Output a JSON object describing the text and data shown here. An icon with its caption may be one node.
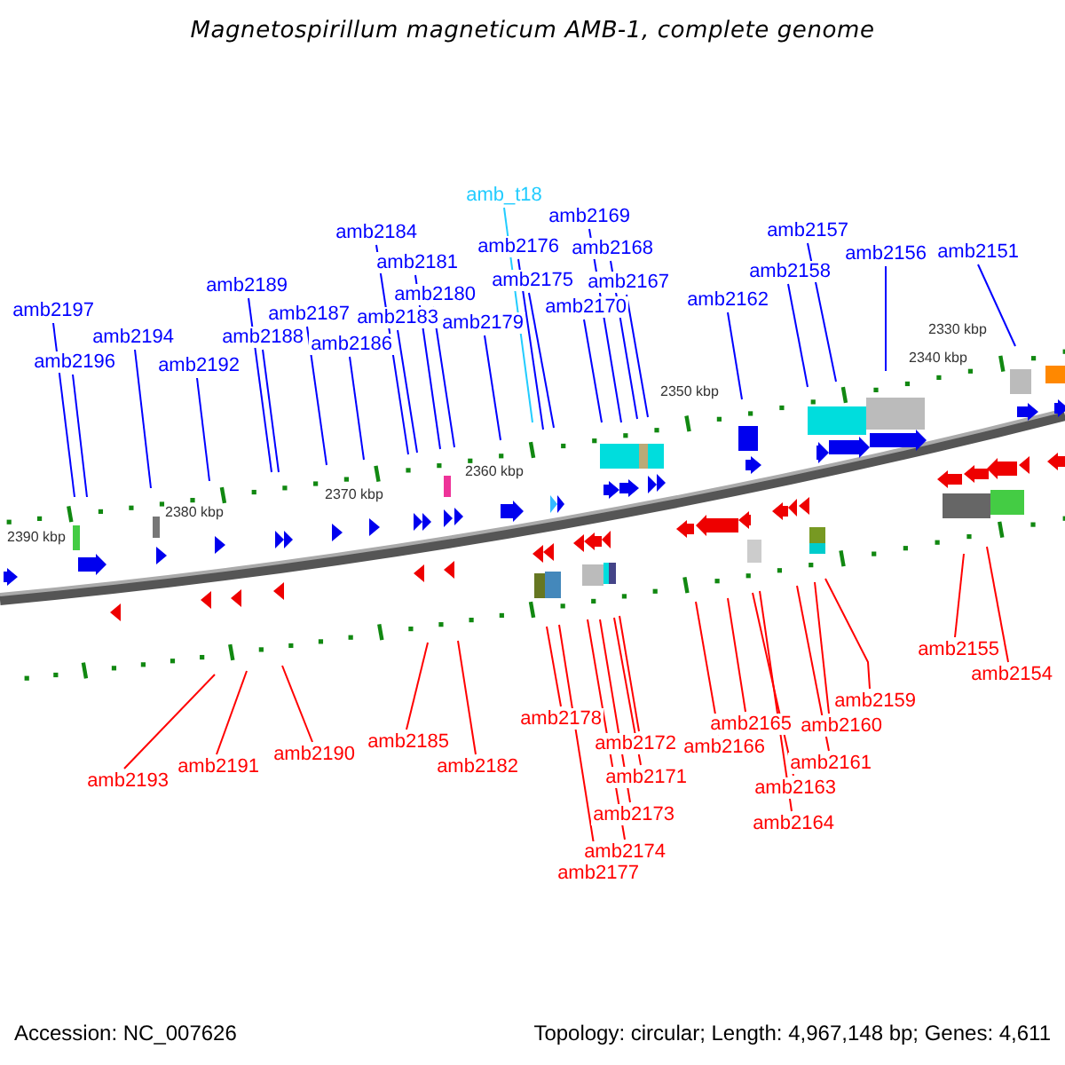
{
  "diagram": {
    "title": "Magnetospirillum magneticum AMB-1, complete genome",
    "nodes": [
      {
        "text": [
          "amb2197"
        ]
      },
      {
        "text": [
          "amb2196"
        ]
      },
      {
        "text": [
          "amb2194"
        ]
      },
      {
        "text": [
          "amb2192"
        ]
      },
      {
        "text": [
          "amb2189"
        ]
      },
      {
        "text": [
          "amb2188"
        ]
      },
      {
        "text": [
          "amb2187"
        ]
      },
      {
        "text": [
          "amb2186"
        ]
      },
      {
        "text": [
          "amb2184"
        ]
      },
      {
        "text": [
          "amb2183"
        ]
      },
      {
        "text": [
          "amb2181"
        ]
      },
      {
        "text": [
          "amb2180"
        ]
      },
      {
        "text": [
          "amb2179"
        ]
      },
      {
        "text": [
          "amb_t18"
        ]
      },
      {
        "text": [
          "amb2176"
        ]
      },
      {
        "text": [
          "amb2175"
        ]
      },
      {
        "text": [
          "amb2170"
        ]
      },
      {
        "text": [
          "amb2169"
        ]
      },
      {
        "text": [
          "amb2168"
        ]
      },
      {
        "text": [
          "amb2167"
        ]
      },
      {
        "text": [
          "amb2162"
        ]
      },
      {
        "text": [
          "amb2158"
        ]
      },
      {
        "text": [
          "amb2157"
        ]
      },
      {
        "text": [
          "amb2156"
        ]
      },
      {
        "text": [
          "amb2151"
        ]
      },
      {
        "text": [
          "amb2193"
        ]
      },
      {
        "text": [
          "amb2191"
        ]
      },
      {
        "text": [
          "amb2190"
        ]
      },
      {
        "text": [
          "amb2185"
        ]
      },
      {
        "text": [
          "amb2182"
        ]
      },
      {
        "text": [
          "amb2178"
        ]
      },
      {
        "text": [
          "amb2177"
        ]
      },
      {
        "text": [
          "amb2174"
        ]
      },
      {
        "text": [
          "amb2173"
        ]
      },
      {
        "text": [
          "amb2171"
        ]
      },
      {
        "text": [
          "amb2172"
        ]
      },
      {
        "text": [
          "amb2166"
        ]
      },
      {
        "text": [
          "amb2165"
        ]
      },
      {
        "text": [
          "amb2163"
        ]
      },
      {
        "text": [
          "amb2164"
        ]
      },
      {
        "text": [
          "amb2161"
        ]
      },
      {
        "text": [
          "amb2160"
        ]
      },
      {
        "text": [
          "amb2159"
        ]
      },
      {
        "text": [
          "amb2155"
        ]
      },
      {
        "text": [
          "amb2154"
        ]
      }
    ],
    "edges": [
      {
        "from": 0,
        "to": null,
        "arrow": "none"
      },
      {
        "from": 1,
        "to": null,
        "arrow": "none"
      },
      {
        "from": 2,
        "to": null,
        "arrow": "none"
      },
      {
        "from": 3,
        "to": null,
        "arrow": "none"
      },
      {
        "from": 4,
        "to": null,
        "arrow": "none"
      },
      {
        "from": 5,
        "to": null,
        "arrow": "none"
      },
      {
        "from": 6,
        "to": null,
        "arrow": "none"
      },
      {
        "from": 7,
        "to": null,
        "arrow": "none"
      },
      {
        "from": 8,
        "to": null,
        "arrow": "none"
      },
      {
        "from": 9,
        "to": null,
        "arrow": "none"
      },
      {
        "from": 10,
        "to": null,
        "arrow": "none"
      },
      {
        "from": 11,
        "to": null,
        "arrow": "none"
      },
      {
        "from": 12,
        "to": null,
        "arrow": "none"
      },
      {
        "from": 13,
        "to": null,
        "arrow": "none",
        "color": "#22ccff"
      },
      {
        "from": 14,
        "to": null,
        "arrow": "none"
      },
      {
        "from": 15,
        "to": null,
        "arrow": "none"
      },
      {
        "from": 16,
        "to": null,
        "arrow": "none"
      },
      {
        "from": 17,
        "to": null,
        "arrow": "none"
      },
      {
        "from": 18,
        "to": null,
        "arrow": "none"
      },
      {
        "from": 19,
        "to": null,
        "arrow": "none"
      },
      {
        "from": 20,
        "to": null,
        "arrow": "none"
      },
      {
        "from": 21,
        "to": null,
        "arrow": "none"
      },
      {
        "from": 22,
        "to": null,
        "arrow": "none"
      },
      {
        "from": 23,
        "to": null,
        "arrow": "none"
      },
      {
        "from": 24,
        "to": null,
        "arrow": "none"
      },
      {
        "from": 25,
        "to": null,
        "arrow": "none",
        "color": "#ff0000"
      },
      {
        "from": 26,
        "to": null,
        "arrow": "none",
        "color": "#ff0000"
      },
      {
        "from": 27,
        "to": null,
        "arrow": "none",
        "color": "#ff0000"
      },
      {
        "from": 28,
        "to": null,
        "arrow": "none",
        "color": "#ff0000"
      },
      {
        "from": 29,
        "to": null,
        "arrow": "none",
        "color": "#ff0000"
      },
      {
        "from": 30,
        "to": null,
        "arrow": "none",
        "color": "#ff0000"
      },
      {
        "from": 31,
        "to": null,
        "arrow": "none",
        "color": "#ff0000"
      },
      {
        "from": 32,
        "to": null,
        "arrow": "none",
        "color": "#ff0000"
      },
      {
        "from": 33,
        "to": null,
        "arrow": "none",
        "color": "#ff0000"
      },
      {
        "from": 34,
        "to": null,
        "arrow": "none",
        "color": "#ff0000"
      },
      {
        "from": 35,
        "to": null,
        "arrow": "none",
        "color": "#ff0000"
      },
      {
        "from": 36,
        "to": null,
        "arrow": "none",
        "color": "#ff0000"
      },
      {
        "from": 37,
        "to": null,
        "arrow": "none",
        "color": "#ff0000"
      },
      {
        "from": 38,
        "to": null,
        "arrow": "none",
        "color": "#ff0000"
      },
      {
        "from": 39,
        "to": null,
        "arrow": "none",
        "color": "#ff0000"
      },
      {
        "from": 40,
        "to": null,
        "arrow": "none",
        "color": "#ff0000"
      },
      {
        "from": 41,
        "to": null,
        "arrow": "none",
        "color": "#ff0000"
      },
      {
        "from": 42,
        "to": null,
        "arrow": "none",
        "color": "#ff0000"
      },
      {
        "from": 43,
        "to": null,
        "arrow": "none",
        "color": "#ff0000"
      },
      {
        "from": 44,
        "to": null,
        "arrow": "none",
        "color": "#ff0000"
      }
    ],
    "labels": [
      "2390 kbp",
      "2380 kbp",
      "2370 kbp",
      "2360 kbp",
      "2350 kbp",
      "2340 kbp",
      "2330 kbp",
      "Accession: NC_007626",
      "Topology: circular; Length: 4,967,148 bp; Genes: 4,611"
    ]
  }
}
